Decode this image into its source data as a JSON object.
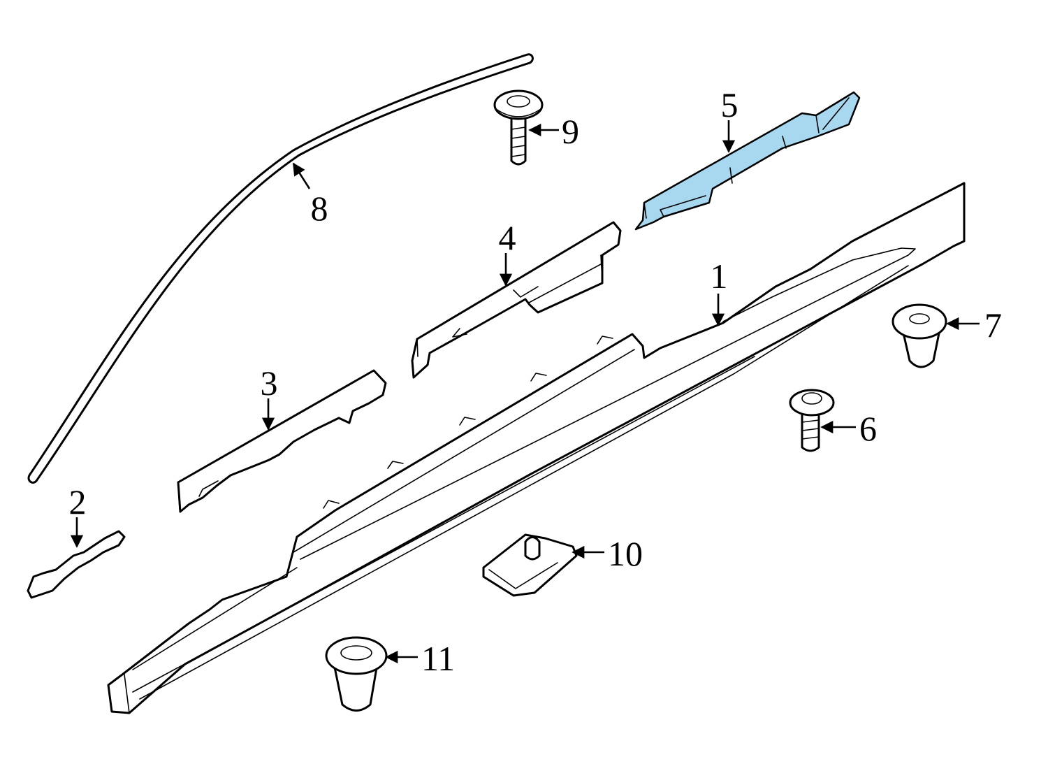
{
  "diagram": {
    "highlight_color": "#a8d8f0",
    "line_color": "#000000",
    "background": "#ffffff",
    "callouts": [
      {
        "id": "1",
        "label": "1"
      },
      {
        "id": "2",
        "label": "2"
      },
      {
        "id": "3",
        "label": "3"
      },
      {
        "id": "4",
        "label": "4"
      },
      {
        "id": "5",
        "label": "5"
      },
      {
        "id": "6",
        "label": "6"
      },
      {
        "id": "7",
        "label": "7"
      },
      {
        "id": "8",
        "label": "8"
      },
      {
        "id": "9",
        "label": "9"
      },
      {
        "id": "10",
        "label": "10"
      },
      {
        "id": "11",
        "label": "11"
      }
    ]
  }
}
